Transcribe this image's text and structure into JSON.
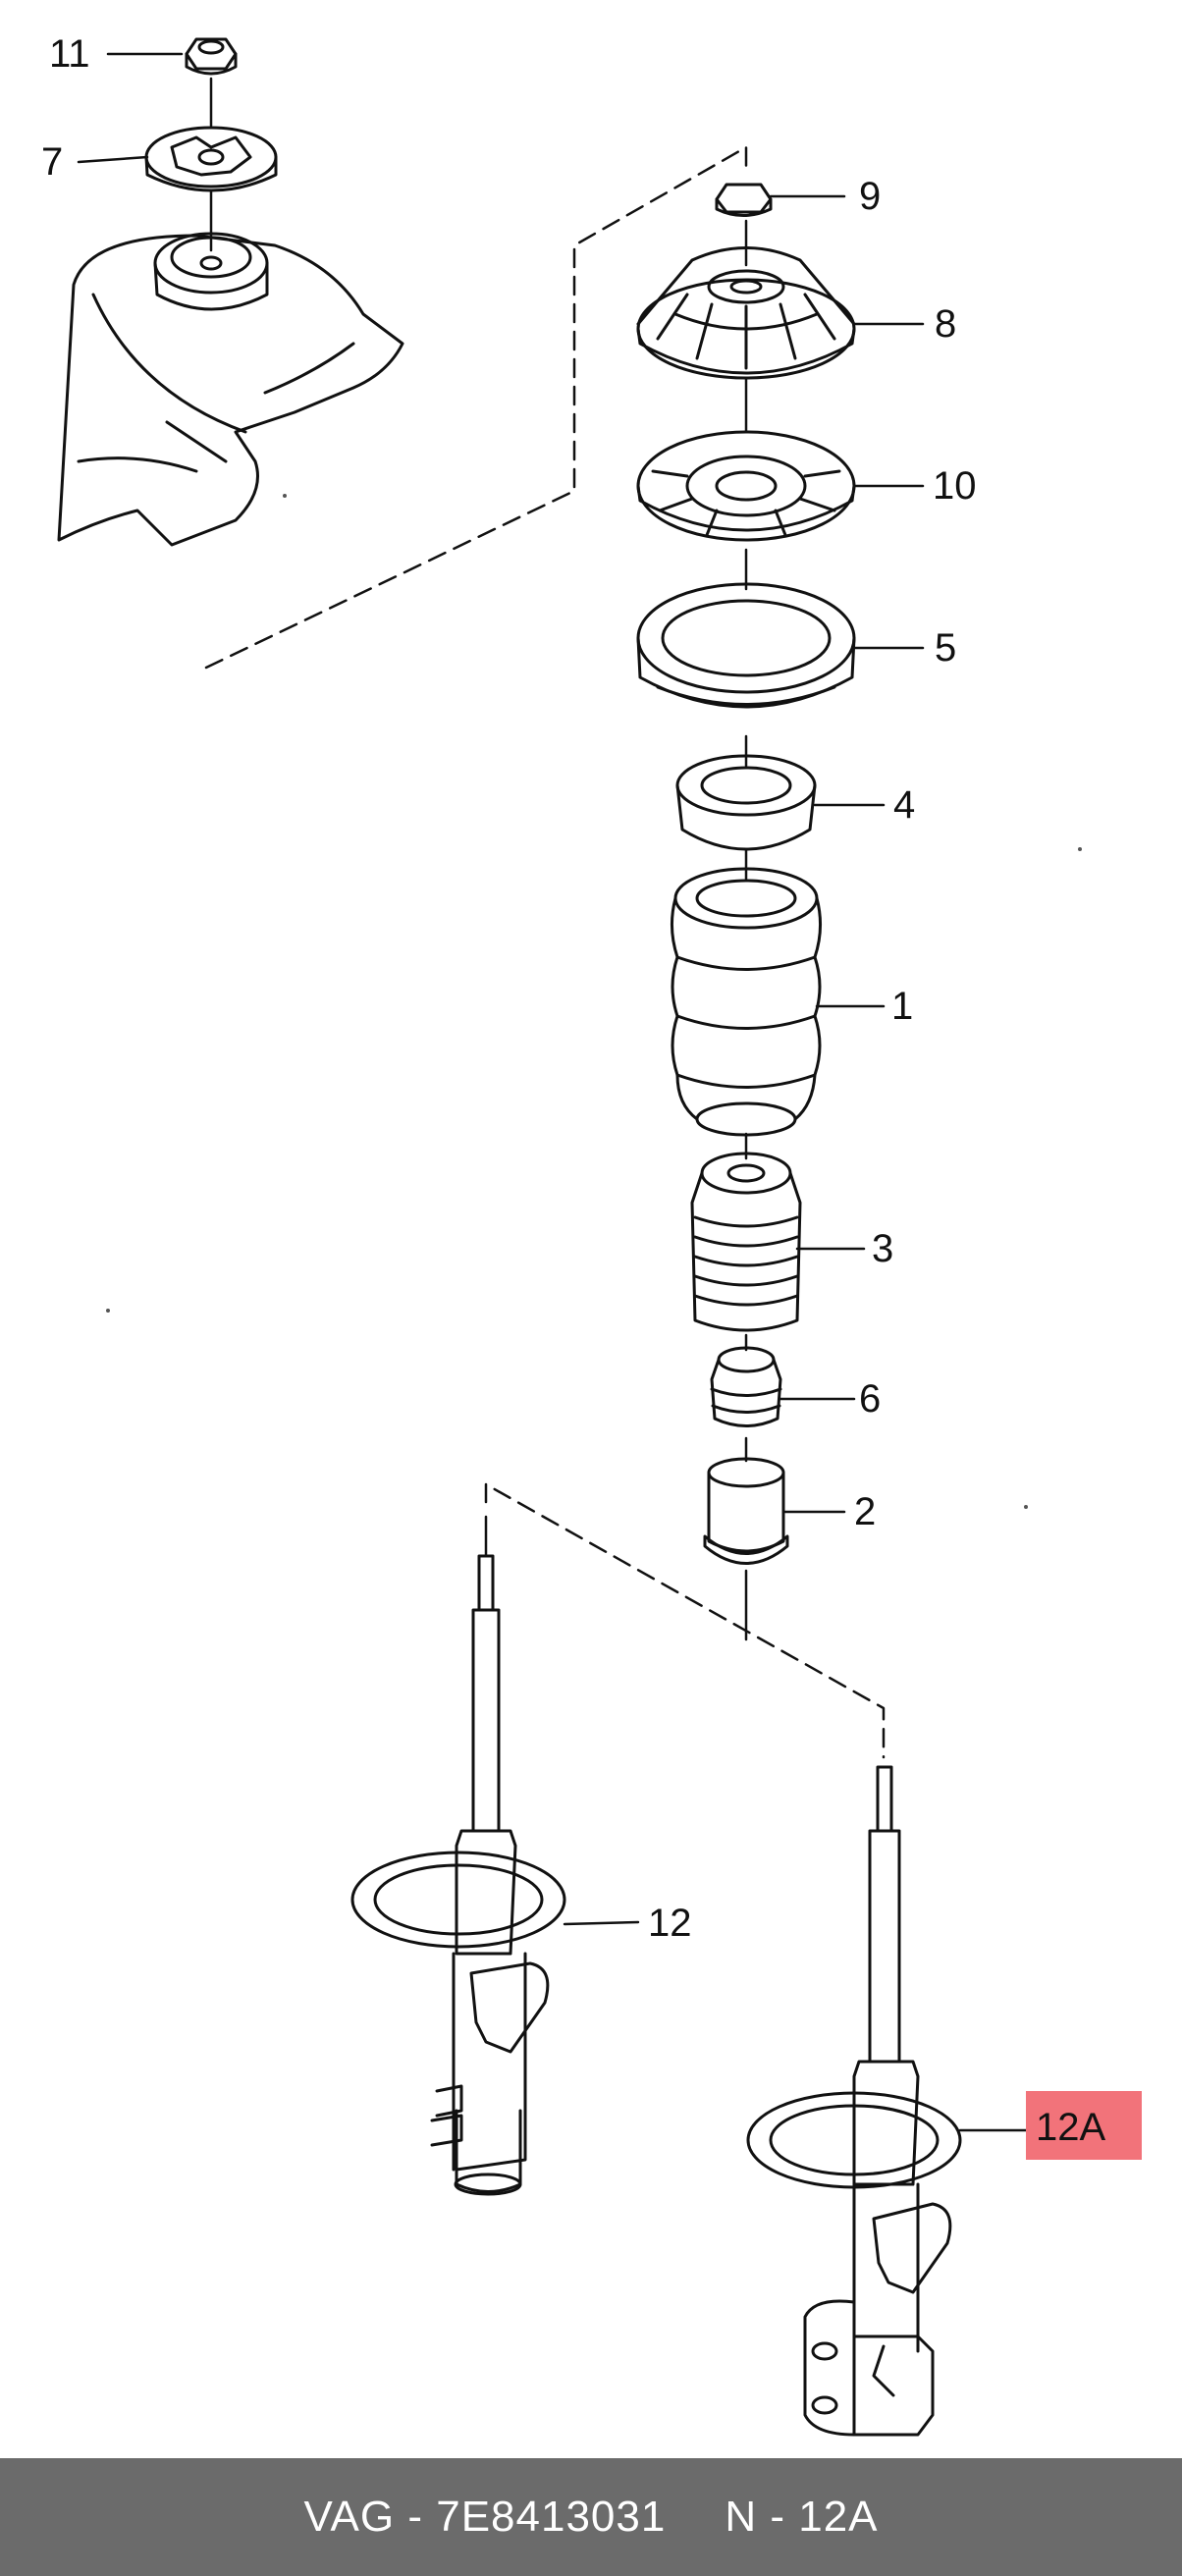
{
  "callouts": [
    {
      "id": "11",
      "label": "11"
    },
    {
      "id": "7",
      "label": "7"
    },
    {
      "id": "9",
      "label": "9"
    },
    {
      "id": "8",
      "label": "8"
    },
    {
      "id": "10",
      "label": "10"
    },
    {
      "id": "5",
      "label": "5"
    },
    {
      "id": "4",
      "label": "4"
    },
    {
      "id": "1",
      "label": "1"
    },
    {
      "id": "3",
      "label": "3"
    },
    {
      "id": "6",
      "label": "6"
    },
    {
      "id": "2",
      "label": "2"
    },
    {
      "id": "12",
      "label": "12"
    },
    {
      "id": "12A",
      "label": "12A"
    }
  ],
  "highlight": {
    "label": "12A",
    "color": "#f2737a"
  },
  "footer": {
    "brand": "VAG",
    "part_number": "7E8413031",
    "position_code": "N - 12A",
    "background": "#6b6b6b"
  }
}
